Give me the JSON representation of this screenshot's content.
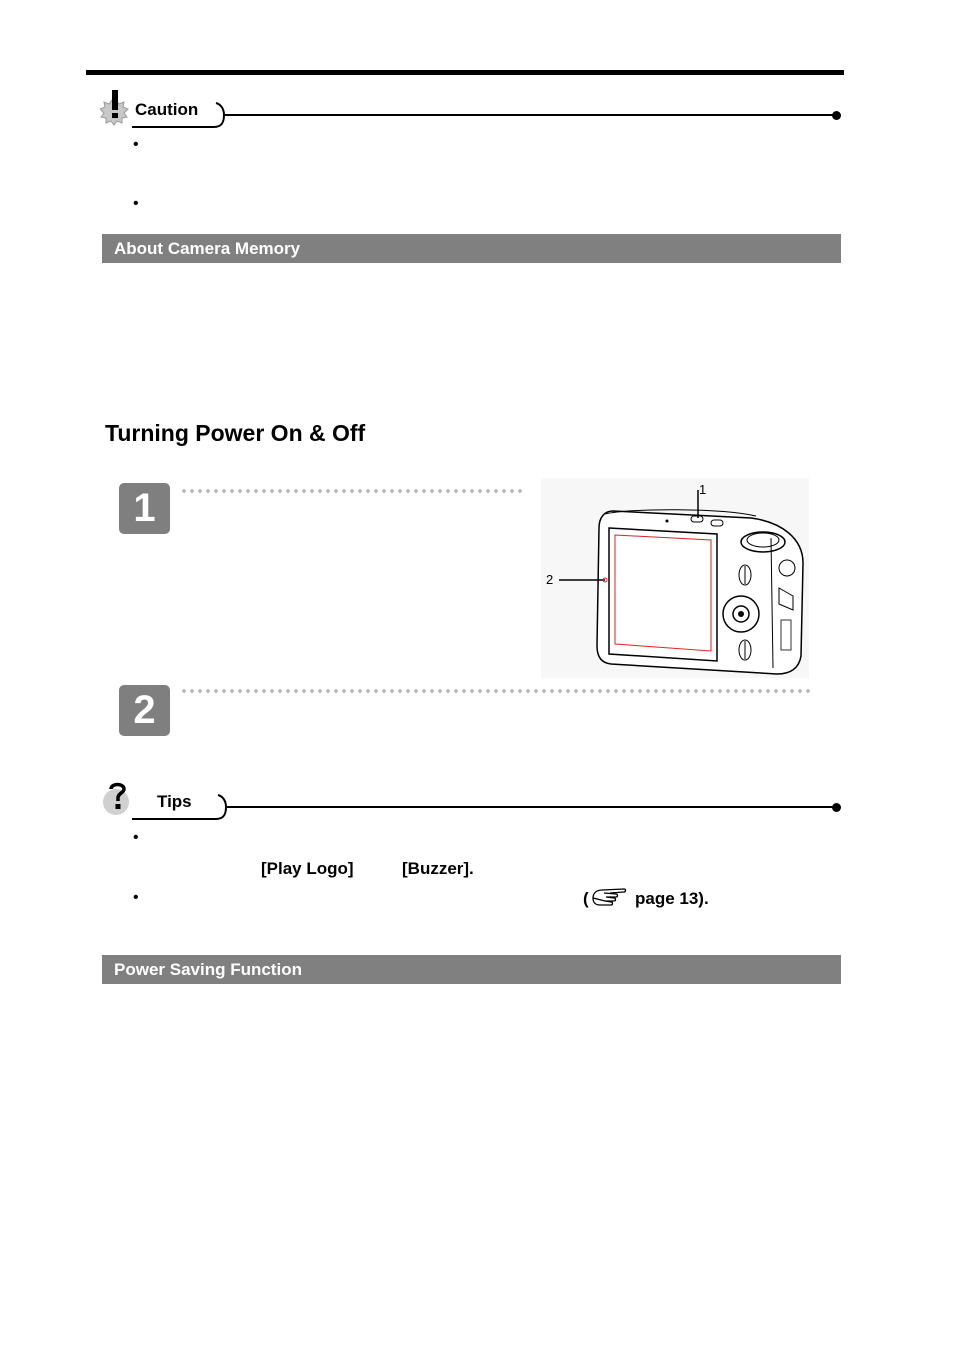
{
  "caution": {
    "label": "Caution",
    "bullets": [
      "•",
      "•"
    ]
  },
  "sections": {
    "camera_memory": "About Camera Memory",
    "power_saving": "Power Saving Function"
  },
  "heading": "Turning Power On & Off",
  "steps": [
    "1",
    "2"
  ],
  "figure": {
    "callouts": [
      "1",
      "2"
    ]
  },
  "tips": {
    "label": "Tips",
    "bullets": [
      "•",
      "•"
    ],
    "play_logo": "[Play Logo]",
    "buzzer": "[Buzzer].",
    "open_paren": "(",
    "page_ref": "page 13)."
  }
}
